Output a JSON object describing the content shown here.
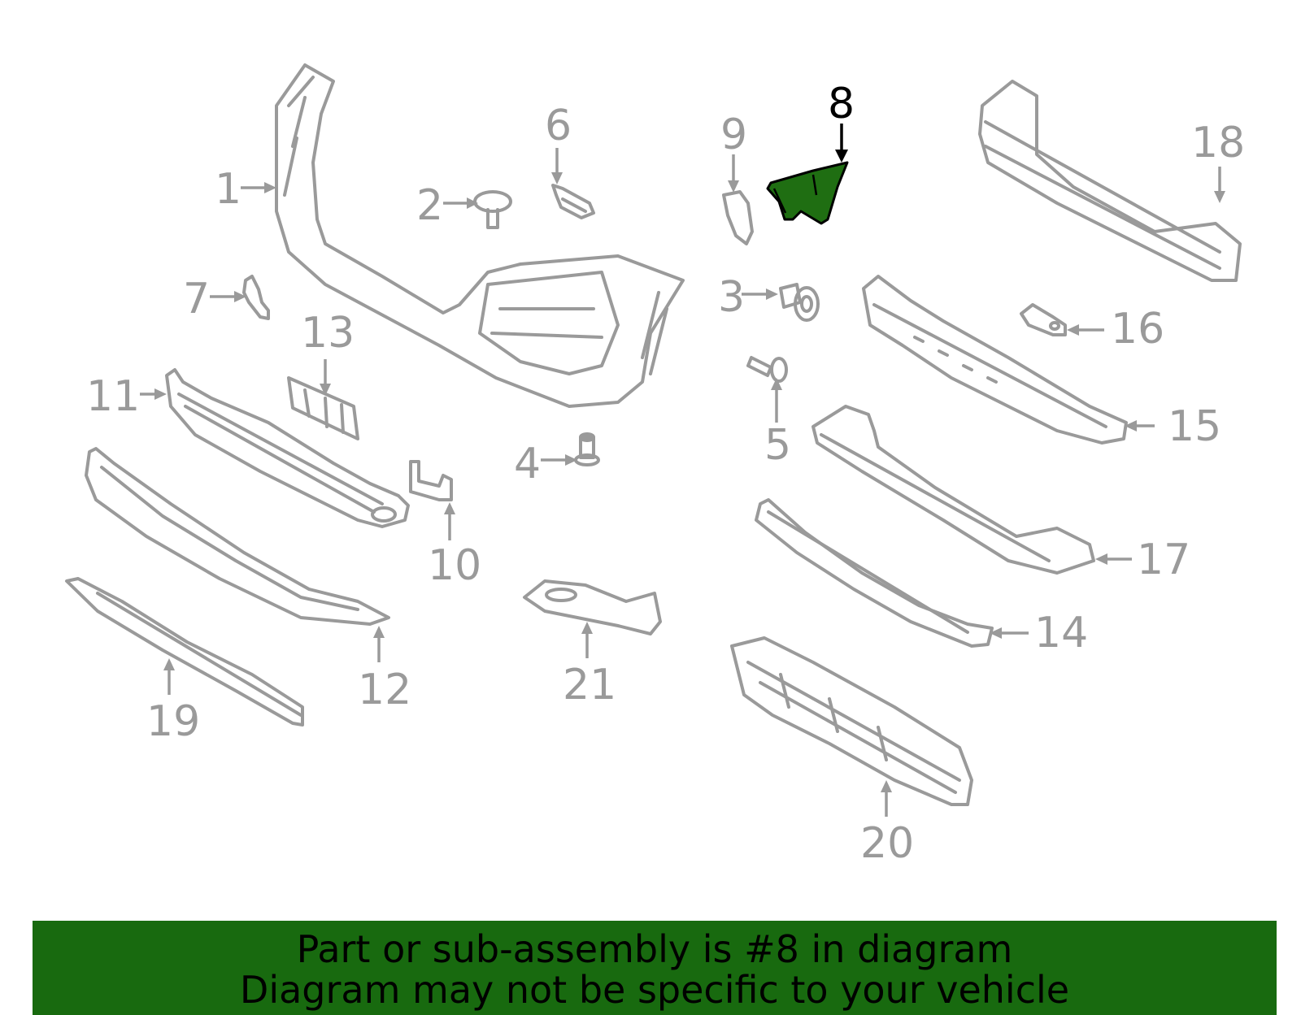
{
  "highlighted_part": "8",
  "colors": {
    "part_stroke": "#9a9a9a",
    "highlight_fill": "#1f6e12",
    "banner_bg": "#186a0f",
    "highlight_label": "#000000"
  },
  "callouts": {
    "c1": "1",
    "c2": "2",
    "c3": "3",
    "c4": "4",
    "c5": "5",
    "c6": "6",
    "c7": "7",
    "c8": "8",
    "c9": "9",
    "c10": "10",
    "c11": "11",
    "c12": "12",
    "c13": "13",
    "c14": "14",
    "c15": "15",
    "c16": "16",
    "c17": "17",
    "c18": "18",
    "c19": "19",
    "c20": "20",
    "c21": "21"
  },
  "banner": {
    "line1": "Part or sub-assembly is #8 in diagram",
    "line2": "Diagram may not be specific to your vehicle"
  }
}
